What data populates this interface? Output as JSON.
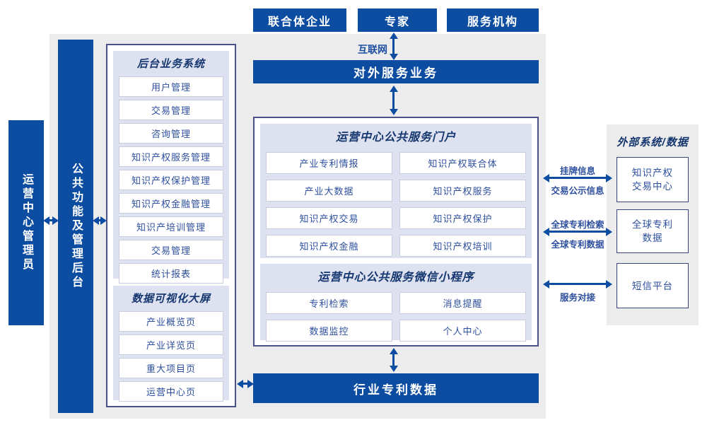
{
  "colors": {
    "primary_blue": "#0C4DA2",
    "section_lavender": "#DEE2F0",
    "title_navy": "#14366F",
    "item_blue": "#2E4F9E",
    "panel_border": "#4A5189",
    "background_gray": "#ECECEC"
  },
  "top_actors": {
    "consortium": "联合体企业",
    "expert": "专家",
    "agency": "服务机构"
  },
  "labels": {
    "internet": "互联网"
  },
  "bars": {
    "external_service": "对外服务业务",
    "industry_patent_data": "行业专利数据"
  },
  "left_columns": {
    "admin": "运营中心管理员",
    "backend": "公共功能及管理后台"
  },
  "backend_panel": {
    "title": "后台业务系统",
    "items": [
      "用户管理",
      "交易管理",
      "咨询管理",
      "知识产权服务管理",
      "知识产权保护管理",
      "知识产权金融管理",
      "知识产培训管理",
      "交易管理",
      "统计报表"
    ]
  },
  "dataviz_panel": {
    "title": "数据可视化大屏",
    "items": [
      "产业概览页",
      "产业详览页",
      "重大项目页",
      "运营中心页"
    ]
  },
  "portal_panel": {
    "title": "运营中心公共服务门户",
    "items": [
      "产业专利情报",
      "知识产权联合体",
      "产业大数据",
      "知识产权服务",
      "知识产权交易",
      "知识产权保护",
      "知识产权金融",
      "知识产权培训"
    ]
  },
  "miniprogram_panel": {
    "title": "运营中心公共服务微信小程序",
    "items": [
      "专利检索",
      "消息提醒",
      "数据监控",
      "个人中心"
    ]
  },
  "external_panel": {
    "title": "外部系统/数据",
    "boxes": [
      {
        "lines": [
          "知识产权",
          "交易中心"
        ]
      },
      {
        "lines": [
          "全球专利",
          "数据"
        ]
      },
      {
        "lines": [
          "短信平台"
        ]
      }
    ],
    "connections": [
      {
        "top": "挂牌信息",
        "bottom": "交易公示信息"
      },
      {
        "top": "全球专利检索",
        "bottom": "全球专利数据"
      },
      {
        "bottom": "服务对接"
      }
    ]
  }
}
